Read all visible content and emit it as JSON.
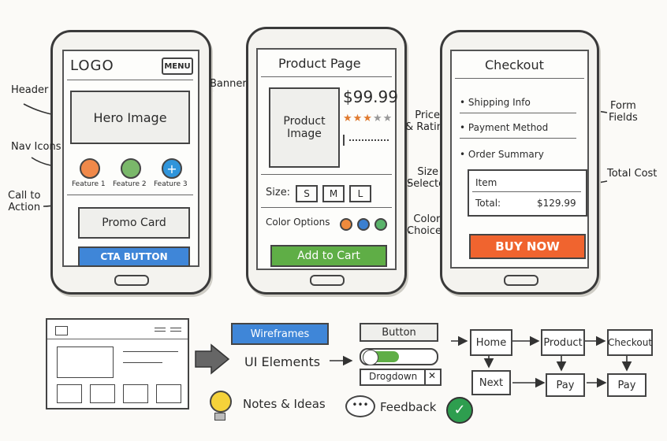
{
  "phone1": {
    "logo": "LOGO",
    "menu": "MENU",
    "hero": "Hero Image",
    "features": [
      "Feature 1",
      "Feature 2",
      "Feature 3"
    ],
    "promo": "Promo Card",
    "cta": "CTA BUTTON"
  },
  "phone1_notes": {
    "header": "Header",
    "banner": "Banner",
    "nav_icons": "Nav Icons",
    "call_to_action": "Call to\nAction"
  },
  "phone2": {
    "title": "Product Page",
    "image": "Product\nImage",
    "price": "$99.99",
    "size_label": "Size:",
    "sizes": [
      "S",
      "M",
      "L"
    ],
    "color_label": "Color Options",
    "add_to_cart": "Add to Cart"
  },
  "phone2_notes": {
    "price_rating": "Price\n& Rating",
    "size_selector": "Size\nSelector",
    "color_choices": "Color\nChoices"
  },
  "phone3": {
    "title": "Checkout",
    "fields": [
      "Shipping Info",
      "Payment Method",
      "Order Summary"
    ],
    "item": "Item",
    "total_label": "Total:",
    "total_value": "$129.99",
    "buy_now": "BUY NOW"
  },
  "phone3_notes": {
    "form_fields": "Form\nFields",
    "total_cost": "Total Cost"
  },
  "bottom": {
    "wireframes": "Wireframes",
    "ui_elements": "UI Elements",
    "button": "Button",
    "dropdown": "Drogdown",
    "notes": "Notes & Ideas",
    "feedback": "Feedback",
    "flow": {
      "home": "Home",
      "product": "Product",
      "checkout": "Checkout",
      "next": "Next",
      "pay1": "Pay",
      "pay2": "Pay"
    }
  },
  "colors": {
    "blue_button": "#3f86d8",
    "green_button": "#5fae46",
    "orange_button": "#f0642f",
    "orange_icon": "#f0894a",
    "green_icon": "#7ab86a",
    "blue_icon": "#2f95db",
    "swatch_orange": "#ef8a3c",
    "swatch_blue": "#3a7fd0",
    "swatch_green": "#5ab36a",
    "star": "#e07a2f"
  },
  "rating": {
    "stars": 3,
    "max": 5
  }
}
